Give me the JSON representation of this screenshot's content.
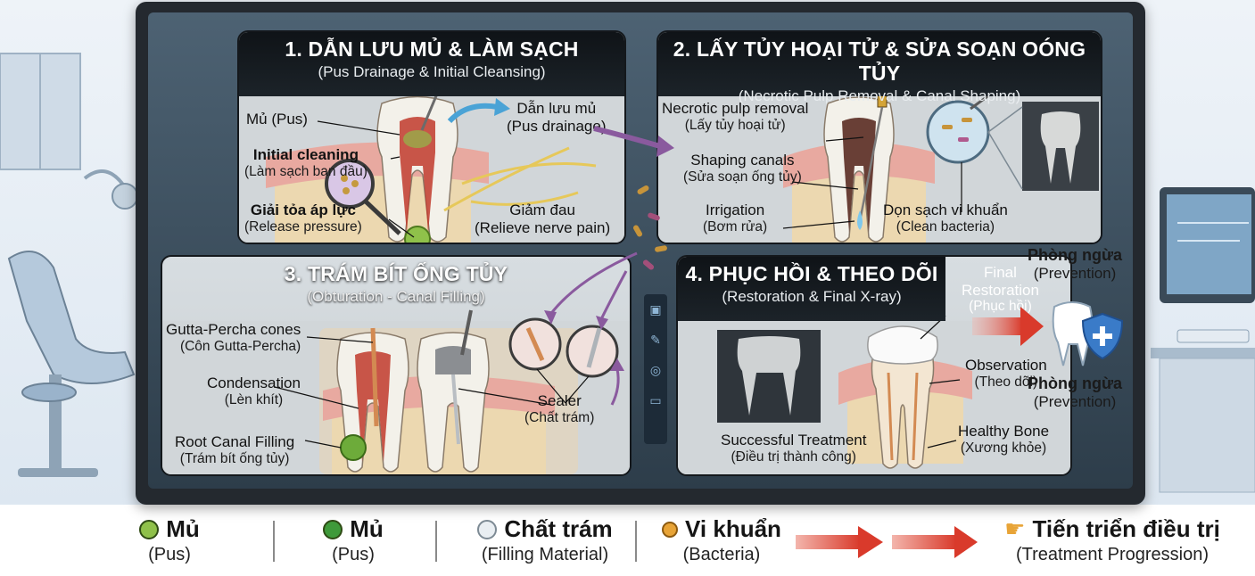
{
  "panels": {
    "p1": {
      "title": "1. DẪN LƯU MỦ & LÀM SẠCH",
      "subtitle": "(Pus Drainage & Initial Cleansing)",
      "labels": {
        "pus_drain_vi": "Dẫn lưu mủ",
        "pus_drain_en": "(Pus drainage)",
        "pus": "Mủ (Pus)",
        "initial_en": "Initial cleaning",
        "initial_vi": "(Làm sạch ban đầu)",
        "release_vi": "Giải tỏa áp lực",
        "release_en": "(Release pressure)",
        "pain_vi": "Giảm đau",
        "pain_en": "(Relieve nerve pain)"
      }
    },
    "p2": {
      "title": "2. LẤY TỦY HOẠI TỬ & SỬA SOẠN OÓNG TỦY",
      "subtitle": "(Necrotic Pulp Removal & Canal Shaping)",
      "labels": {
        "necrotic_en": "Necrotic pulp removal",
        "necrotic_vi": "(Lấy tủy hoại tử)",
        "shaping_en": "Shaping canals",
        "shaping_vi": "(Sửa soạn ống tủy)",
        "irrigation_en": "Irrigation",
        "irrigation_vi": "(Bơm rửa)",
        "bacteria_vi": "Dọn sạch vi khuẩn",
        "bacteria_en": "(Clean bacteria)"
      }
    },
    "p3": {
      "title": "3. TRÁM BÍT ỐNG TỦY",
      "subtitle": "(Obturation - Canal Filling)",
      "labels": {
        "gutta_en": "Gutta-Percha cones",
        "gutta_vi": "(Côn Gutta-Percha)",
        "condense_en": "Condensation",
        "condense_vi": "(Lèn khít)",
        "rcf_en": "Root Canal Filling",
        "rcf_vi": "(Trám bít ống tủy)",
        "sealer_en": "Sealer",
        "sealer_vi": "(Chất trám)"
      }
    },
    "p4": {
      "title": "4. PHỤC HỒI & THEO DÕI",
      "subtitle": "(Restoration & Final X-ray)",
      "labels": {
        "final_1": "Final",
        "final_2": "Restoration",
        "final_vi": "(Phục hồi)",
        "observe_en": "Observation",
        "observe_vi": "(Theo dõi)",
        "bone_en": "Healthy Bone",
        "bone_vi": "(Xương khỏe)",
        "success_en": "Successful Treatment",
        "success_vi": "(Điều trị thành công)"
      }
    }
  },
  "prevention": {
    "top_title": "Phòng ngừa",
    "top_sub": "(Prevention)",
    "bottom_title": "Phòng ngừa",
    "bottom_sub": "(Prevention)"
  },
  "legend": [
    {
      "title": "Mủ",
      "sub": "(Pus)",
      "color": "#8fc14a"
    },
    {
      "title": "Mủ",
      "sub": "(Pus)",
      "color": "#3f9a3a"
    },
    {
      "title": "Chất trám",
      "sub": "(Filling Material)",
      "color": "#e9eef2"
    },
    {
      "title": "Vi khuẩn",
      "sub": "(Bacteria)",
      "color": "#e8a437"
    },
    {
      "title": "Tiến triển điều trị",
      "sub": "(Treatment Progression)",
      "color": "#d93a2b"
    }
  ],
  "colors": {
    "screen_frame": "#24292f",
    "panel_header": "#0f1317",
    "gum": "#e8a9a0",
    "bone": "#ecd8b0",
    "pulp_red": "#c0392b",
    "progression_red": "#d93a2b",
    "purple_arrow": "#8a5a9e"
  },
  "icons": [
    "hand-pointing-icon",
    "shield-plus-icon",
    "magnifier-icon",
    "file-instrument-icon"
  ]
}
